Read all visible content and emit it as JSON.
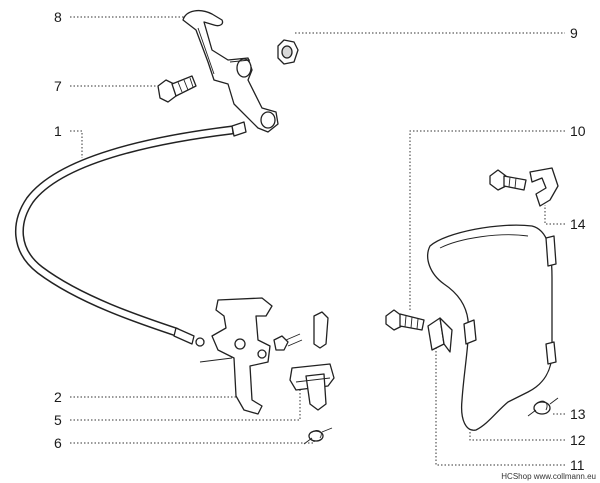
{
  "callouts": {
    "c1": "1",
    "c2": "2",
    "c5": "5",
    "c6": "6",
    "c7": "7",
    "c8": "8",
    "c9": "9",
    "c10": "10",
    "c11": "11",
    "c12": "12",
    "c13": "13",
    "c14": "14"
  },
  "watermark": "HCShop www.collmann.eu"
}
